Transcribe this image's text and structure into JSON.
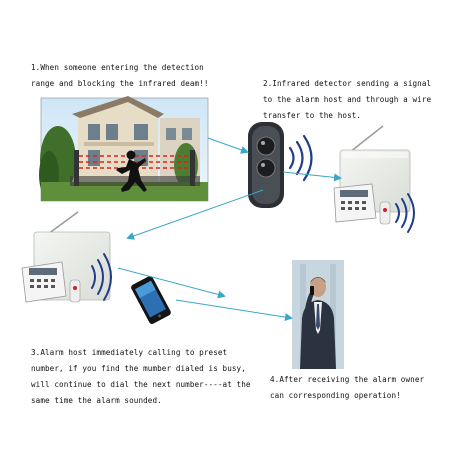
{
  "steps": [
    {
      "lines": [
        "1.When someone entering the detection",
        "range and blocking the infrared deam!!"
      ]
    },
    {
      "lines": [
        "2.Infrared detector sending a signal",
        "to the alarm host and through a wire",
        "transfer to the host."
      ]
    },
    {
      "lines": [
        "3.Alarm host immediately calling to preset",
        "number, if you find the mumber dialed is busy,",
        "will continue to dial the next number----at the",
        "same time the alarm sounded."
      ]
    },
    {
      "lines": [
        "4.After receiving the alarm owner",
        "can corresponding operation!"
      ]
    }
  ],
  "colors": {
    "arrow": "#39a7c9",
    "signal": "#1f3d8a",
    "beam": "#e0231a",
    "sky": "#cfe6f6"
  },
  "icons": [
    "house-scene-image",
    "infrared-detector-icon",
    "alarm-host-icon",
    "keypad-remote-icon",
    "smartphone-icon",
    "businessman-phone-image",
    "signal-waves-icon",
    "flow-arrow-icon"
  ]
}
